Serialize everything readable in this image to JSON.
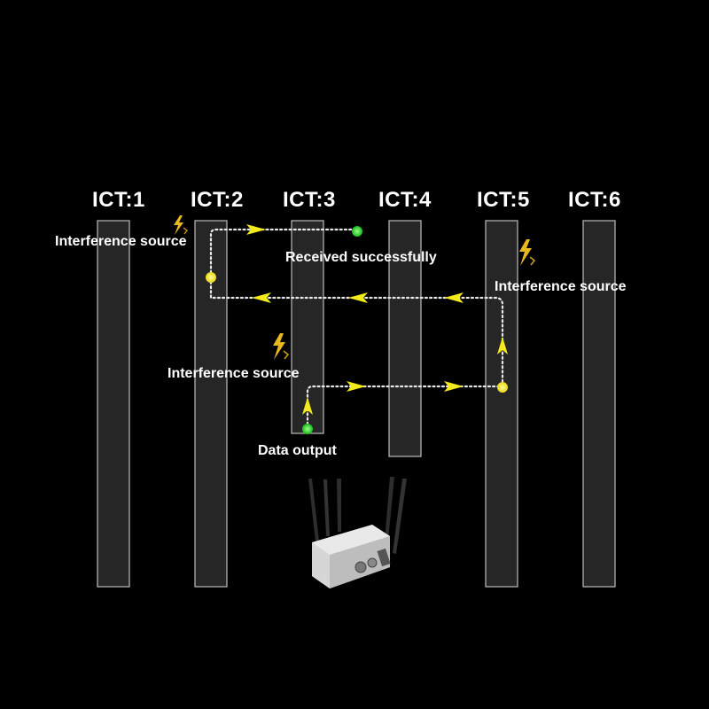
{
  "colors": {
    "background": "#000000",
    "column_fill": "#2a2a2a",
    "column_stroke": "#cfcfcf",
    "path_dots": "#e8e8e8",
    "arrow": "#f2ea1a",
    "node_yellow": "#f5e61c",
    "node_green": "#27d42a",
    "lightning": "#e8b820"
  },
  "columns": [
    {
      "label": "ICT:1"
    },
    {
      "label": "ICT:2"
    },
    {
      "label": "ICT:3"
    },
    {
      "label": "ICT:4"
    },
    {
      "label": "ICT:5"
    },
    {
      "label": "ICT:6"
    }
  ],
  "annotations": {
    "interference_left": "Interference source",
    "interference_right": "Interference source",
    "interference_middle": "Interference source",
    "received": "Received successfully",
    "data_output": "Data output"
  },
  "icons": {
    "interference": "lightning-icon",
    "device": "wireless-gateway-icon"
  }
}
